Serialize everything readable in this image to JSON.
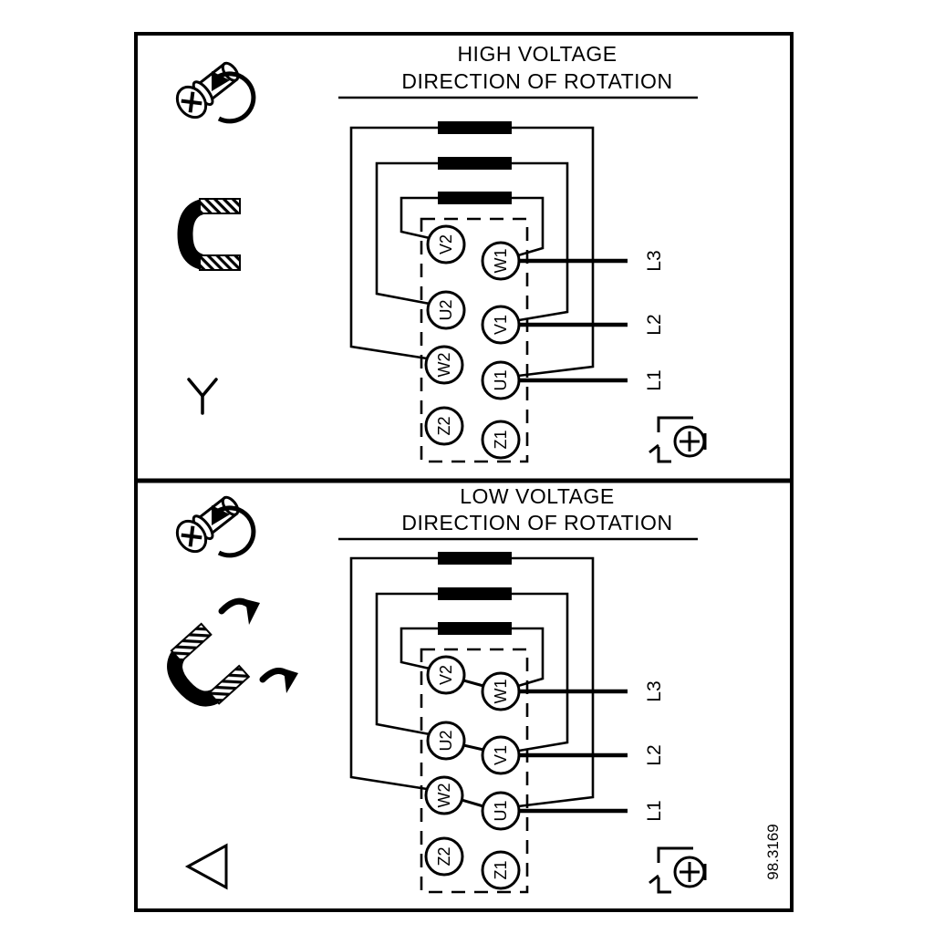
{
  "colors": {
    "ink": "#000000",
    "paper": "#ffffff"
  },
  "figure_number": "98.3169",
  "high_voltage": {
    "title": "HIGH VOLTAGE",
    "subtitle": "DIRECTION OF ROTATION",
    "connection_symbol": "star",
    "terminals": {
      "left": [
        "V2",
        "U2",
        "W2",
        "Z2"
      ],
      "right": [
        "W1",
        "V1",
        "U1",
        "Z1"
      ]
    },
    "lines": [
      "L3",
      "L2",
      "L1"
    ]
  },
  "low_voltage": {
    "title": "LOW VOLTAGE",
    "subtitle": "DIRECTION OF ROTATION",
    "connection_symbol": "delta",
    "terminals": {
      "left": [
        "V2",
        "U2",
        "W2",
        "Z2"
      ],
      "right": [
        "W1",
        "V1",
        "U1",
        "Z1"
      ]
    },
    "lines": [
      "L3",
      "L2",
      "L1"
    ]
  }
}
